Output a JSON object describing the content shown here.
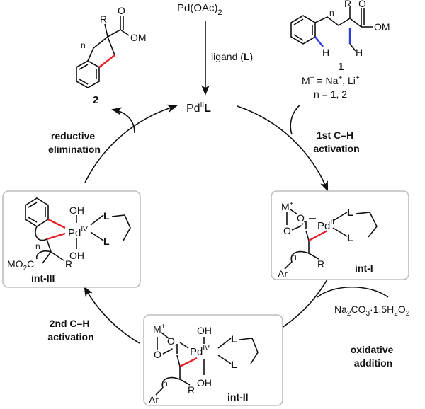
{
  "top": {
    "precursor": "Pd(OAc)",
    "precursor_sub": "2",
    "ligand_label": "ligand (",
    "ligand_L": "L",
    "ligand_close": ")"
  },
  "catalyst": {
    "pd": "Pd",
    "ox": "II",
    "L": "L"
  },
  "substrate": {
    "n": "n",
    "R": "R",
    "O": "O",
    "OM": "OM",
    "H1": "H",
    "H2": "H",
    "number": "1",
    "counterion": "M",
    "plus": "+",
    "eq": " = Na",
    "na_plus": "+",
    "comma": ", Li",
    "li_plus": "+",
    "n_values": "n = 1, 2"
  },
  "product": {
    "n": "n",
    "R": "R",
    "O": "O",
    "OM": "OM",
    "number": "2"
  },
  "steps": {
    "reductive": [
      "reductive",
      "elimination"
    ],
    "first_ch": [
      "1st C–H",
      "activation"
    ],
    "second_ch": [
      "2nd C–H",
      "activation"
    ],
    "oxidative": [
      "oxidative",
      "addition"
    ],
    "oxidant": "Na",
    "oxidant_2": "2",
    "oxidant_mid": "CO",
    "oxidant_3": "3",
    "oxidant_rest": "·1.5H",
    "oxidant_2b": "2",
    "oxidant_O": "O",
    "oxidant_2c": "2"
  },
  "intermediates": {
    "int1": {
      "label": "int-I",
      "M": "M",
      "plus": "+",
      "O1": "O",
      "O2": "O",
      "pd": "Pd",
      "ox": "II",
      "L1": "L",
      "L2": "L",
      "n": "n",
      "Ar": "Ar",
      "R": "R"
    },
    "int2": {
      "label": "int-II",
      "M": "M",
      "plus": "+",
      "O1": "O",
      "O2": "O",
      "pd": "Pd",
      "ox": "IV",
      "OH1": "OH",
      "OH2": "OH",
      "L1": "L",
      "L2": "L",
      "n": "n",
      "Ar": "Ar",
      "R": "R"
    },
    "int3": {
      "label": "int-III",
      "pd": "Pd",
      "ox": "IV",
      "OH1": "OH",
      "OH2": "OH",
      "L1": "L",
      "L2": "L",
      "n": "n",
      "ester": "MO",
      "ester_sub": "2",
      "ester_C": "C",
      "R": "R"
    }
  },
  "colors": {
    "bond": "#111111",
    "red": "#e8202a",
    "blue": "#2b3fd8",
    "box": "#bdbdbd"
  }
}
